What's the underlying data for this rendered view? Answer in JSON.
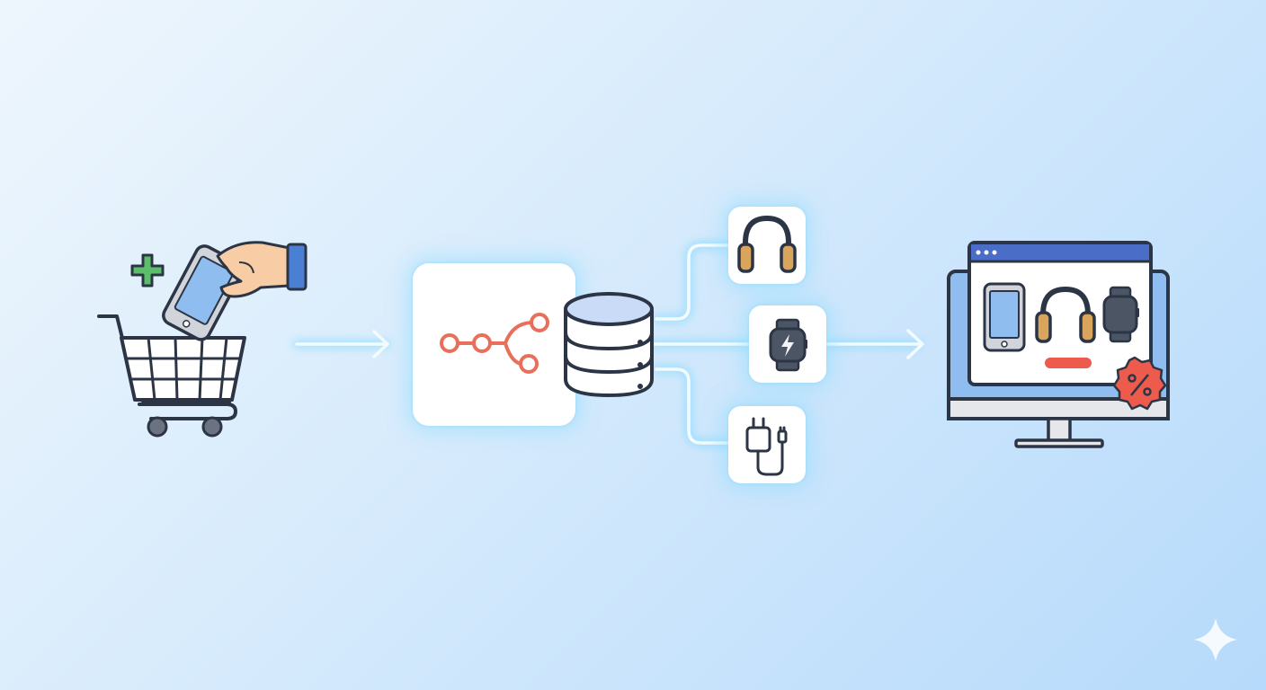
{
  "colors": {
    "background_start": "#eef6fd",
    "background_end": "#b6dafb",
    "connector": "#f4fbff",
    "connector_glow": "#8fdcff",
    "outline": "#2c3545",
    "node_accent": "#e8705a",
    "database_top": "#c9dbf7",
    "screen_blue": "#8fbdf0",
    "titlebar_blue": "#4a6ec8",
    "plus_green": "#5bbf6a",
    "skin": "#f8cca4",
    "sleeve_blue": "#4a7fd4",
    "headphone_pad": "#d9a45b",
    "discount_red": "#ec5b4c",
    "watermark": "#ffffff"
  },
  "icons": {
    "add_to_cart": "shopping-cart-with-phone-icon",
    "plus": "plus-icon",
    "workflow": "workflow-nodes-icon",
    "database": "database-icon",
    "recommended_items": [
      "headphones-icon",
      "smartwatch-icon",
      "charger-icon"
    ],
    "storefront": "desktop-storefront-icon",
    "discount": "discount-badge-icon",
    "watermark": "sparkle-icon"
  },
  "storefront_products": [
    "smartphone",
    "headphones",
    "smartwatch"
  ]
}
